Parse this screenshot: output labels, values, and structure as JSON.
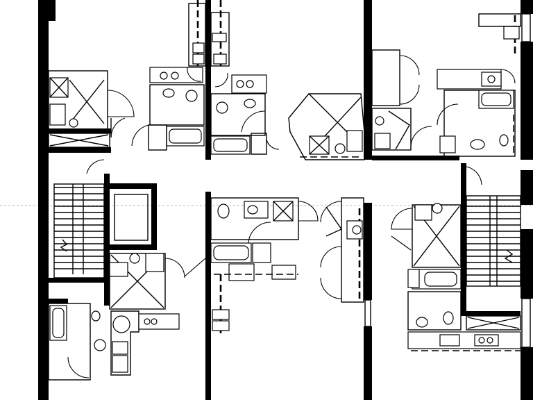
{
  "plan": {
    "rooms": {
      "bathrooms": 12,
      "stairwells": 2,
      "elevators": 1,
      "kitchens": 6
    }
  }
}
